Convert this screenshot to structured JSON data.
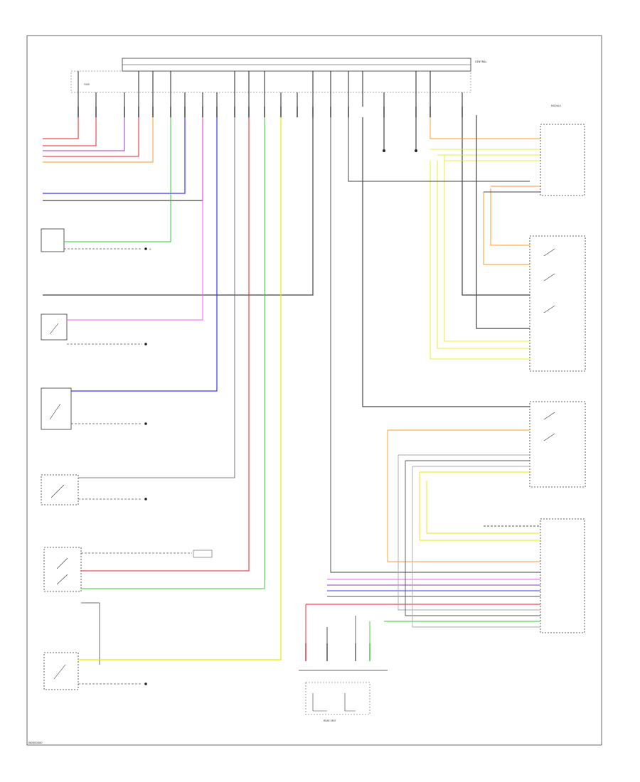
{
  "footer": {
    "code": "W0000000"
  },
  "colors": {
    "red": "#e8202a",
    "pink": "#ff55ff",
    "orange": "#ff9922",
    "blue": "#3333ff",
    "violet": "#9933cc",
    "green": "#33cc33",
    "yellow": "#e8e800",
    "gray": "#555555",
    "black": "#222222",
    "lightgray": "#aaaaaa"
  },
  "labels": {
    "bus": "CENTRAL",
    "fuse": "FUSE",
    "ground": "G",
    "rear_power_seat": "REAR SEAT",
    "module": "MODULE"
  }
}
